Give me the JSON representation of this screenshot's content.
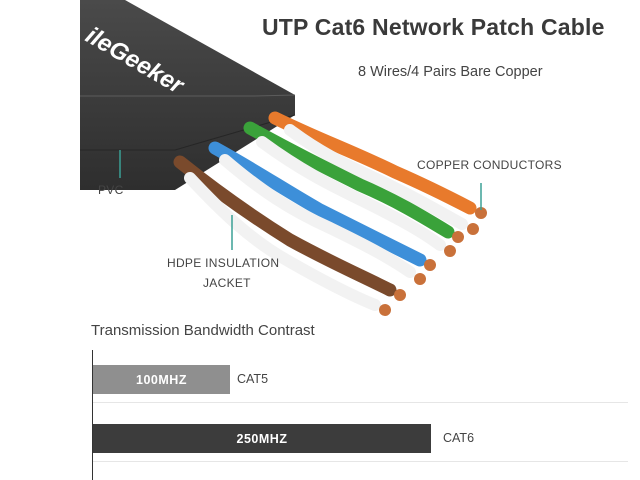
{
  "header": {
    "title": "UTP Cat6 Network Patch Cable",
    "subtitle": "8 Wires/4 Pairs Bare Copper"
  },
  "diagram": {
    "brand_text": "ileGeeker",
    "labels": {
      "copper": "COPPER CONDUCTORS",
      "pvc": "PVC",
      "hdpe_line1": "HDPE INSULATION",
      "hdpe_line2": "JACKET"
    },
    "colors": {
      "jacket": "#3f3f3f",
      "orange": "#e87a2c",
      "green": "#3aa23a",
      "blue": "#3d8fd9",
      "brown": "#7a4a2c",
      "white": "#f2f2f2",
      "copper": "#c9713a",
      "leader": "#3aa095"
    }
  },
  "bandwidth": {
    "title": "Transmission Bandwidth Contrast",
    "bars": [
      {
        "value_label": "100MHZ",
        "category": "CAT5",
        "value": 100
      },
      {
        "value_label": "250MHZ",
        "category": "CAT6",
        "value": 250
      }
    ]
  }
}
